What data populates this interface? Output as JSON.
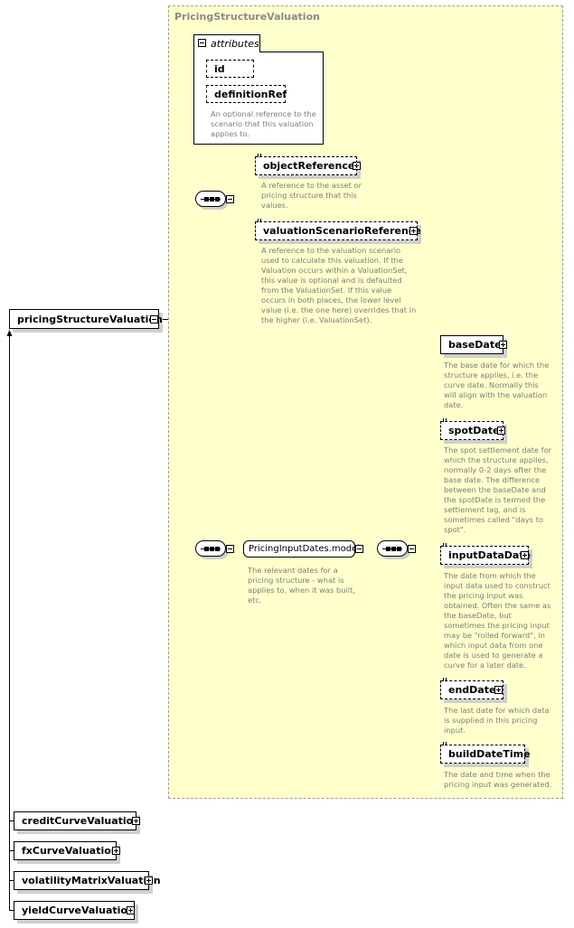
{
  "diagram": {
    "type_title": "PricingStructureValuation",
    "root": {
      "label": "pricingStructureValuation"
    },
    "attributes": {
      "header": "attributes",
      "items": [
        {
          "label": "id"
        },
        {
          "label": "definitionRef",
          "doc": "An optional reference to the\nscenario that this valuation\napplies to."
        }
      ]
    },
    "seq1_children": [
      {
        "label": "objectReference",
        "doc": "A reference to the asset or\npricing structure that this\nvalues."
      },
      {
        "label": "valuationScenarioReference",
        "doc": "A reference to the valuation scenario\nused to calculate this valuation. If the\nValuation occurs within a ValuationSet,\nthis value is optional and is defaulted\nfrom the ValuationSet. If this value\noccurs in both places, the lower level\nvalue (i.e. the one here) overrides that in\nthe higher (i.e. ValuationSet)."
      }
    ],
    "group": {
      "label": "PricingInputDates.model",
      "doc": "The relevant dates for a\npricing structure - what is\napplies to, when it was built,\netc."
    },
    "seq2_children": [
      {
        "label": "baseDate",
        "doc": "The base date for which the\nstructure applies, i.e. the\ncurve date. Normally this\nwill align with the valuation\ndate."
      },
      {
        "label": "spotDate",
        "doc": "The spot settlement date for\nwhich the structure applies,\nnormally 0-2 days after the\nbase date. The difference\nbetween the baseDate and\nthe spotDate is termed the\nsettlement lag, and is\nsometimes called \"days to\nspot\"."
      },
      {
        "label": "inputDataDate",
        "doc": "The date from which the\ninput data used to construct\nthe pricing input was\nobtained. Often the same as\nthe baseDate, but\nsometimes the pricing input\nmay be \"rolled forward\", in\nwhich input data from one\ndate is used to generate a\ncurve for a later date."
      },
      {
        "label": "endDate",
        "doc": "The last date for which data\nis supplied in this pricing\ninput."
      },
      {
        "label": "buildDateTime",
        "doc": "The date and time when the\npricing input was generated."
      }
    ],
    "derived": [
      {
        "label": "creditCurveValuation"
      },
      {
        "label": "fxCurveValuation"
      },
      {
        "label": "volatilityMatrixValuation"
      },
      {
        "label": "yieldCurveValuation"
      }
    ],
    "colors": {
      "region": "#ffffcc",
      "doc_text": "#7d7d7d",
      "title": "#8a8a8a"
    }
  }
}
